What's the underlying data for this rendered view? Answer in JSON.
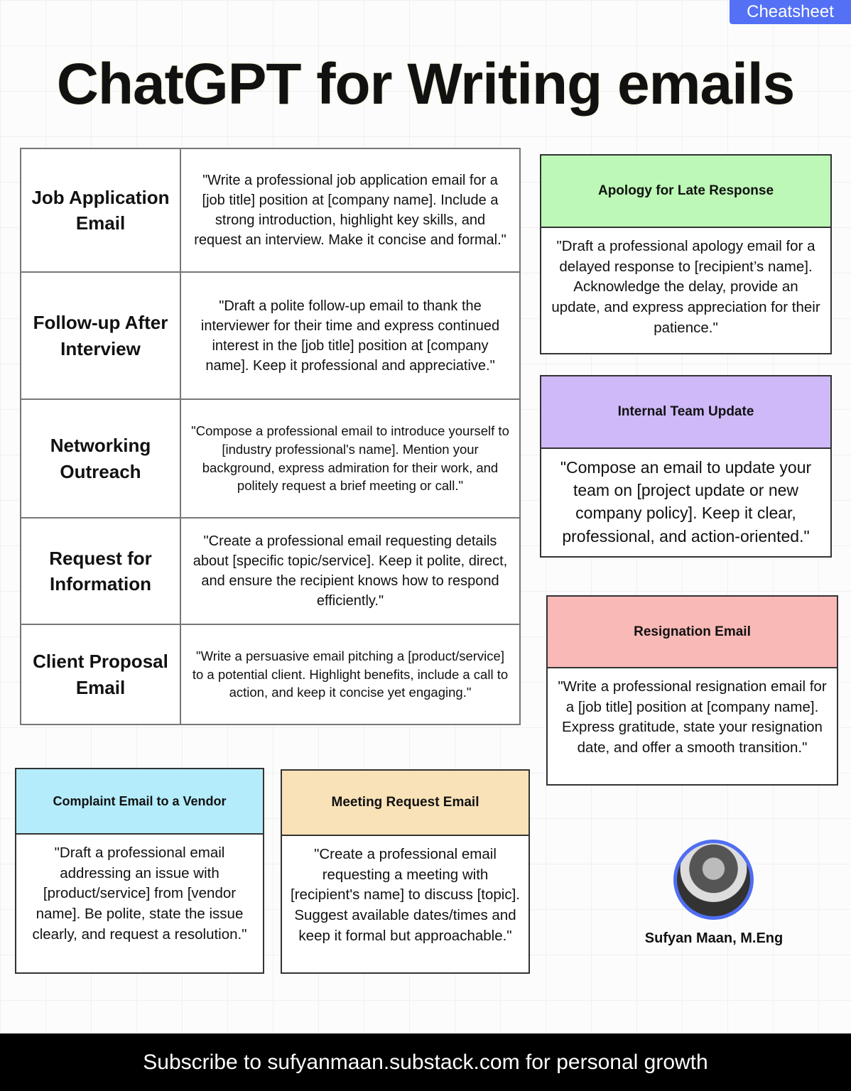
{
  "badge": "Cheatsheet",
  "title": "ChatGPT for Writing emails",
  "table": [
    {
      "label": "Job Application Email",
      "prompt": "\"Write a professional job application email for a [job title] position at [company name]. Include a strong introduction, highlight key skills, and request an interview. Make it concise and formal.\""
    },
    {
      "label": "Follow-up After Interview",
      "prompt": "\"Draft a polite follow-up email to thank the interviewer for their time and express continued interest in the [job title] position at [company name]. Keep it professional and appreciative.\""
    },
    {
      "label": "Networking Outreach",
      "prompt": "\"Compose a professional email to introduce yourself to [industry professional's name]. Mention your background, express admiration for their work, and politely request a brief meeting or call.\""
    },
    {
      "label": "Request for Information",
      "prompt": "\"Create a professional email requesting details about [specific topic/service]. Keep it polite, direct, and ensure the recipient knows how to respond efficiently.\""
    },
    {
      "label": "Client Proposal Email",
      "prompt": "\"Write a persuasive email pitching a [product/service] to a potential client. Highlight benefits, include a call to action, and keep it concise yet engaging.\""
    }
  ],
  "cards": {
    "apology": {
      "title": "Apology for Late Response",
      "body": "\"Draft a professional apology email for a delayed response to [recipient’s name]. Acknowledge the delay, provide an update, and express appreciation for their patience.\"",
      "color": "#bdf8b6"
    },
    "team": {
      "title": "Internal Team Update",
      "body": "\"Compose an email to update your team on [project update or new company policy]. Keep it clear, professional, and action-oriented.\"",
      "color": "#cfb9f8"
    },
    "resignation": {
      "title": "Resignation Email",
      "body": "\"Write a professional resignation email for a [job title] position at [company name]. Express gratitude, state your resignation date, and offer a smooth transition.\"",
      "color": "#f9b9b7"
    },
    "complaint": {
      "title": "Complaint Email to a Vendor",
      "body": "\"Draft a professional email addressing an issue with [product/service] from [vendor name]. Be polite, state the issue clearly, and request a resolution.\"",
      "color": "#b4ecfb"
    },
    "meeting": {
      "title": "Meeting Request Email",
      "body": "\"Create a professional email requesting a meeting with [recipient's name] to discuss [topic]. Suggest available dates/times and keep it formal but approachable.\"",
      "color": "#f9e2b8"
    }
  },
  "author": "Sufyan Maan, M.Eng",
  "footer": {
    "pre": "Subscribe to ",
    "link": "sufyanmaan.substack.com",
    "post": " for personal growth"
  }
}
